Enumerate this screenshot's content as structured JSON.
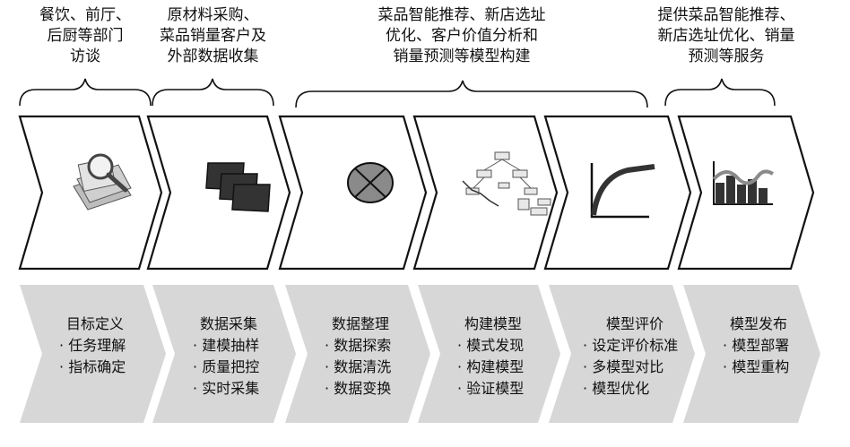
{
  "top_annotations": [
    {
      "text": "餐饮、前厅、\n后厨等部门\n访谈"
    },
    {
      "text": "原材料采购、\n菜品销量客户及\n外部数据收集"
    },
    {
      "text": "菜品智能推荐、新店选址\n优化、客户价值分析和\n销量预测等模型构建"
    },
    {
      "text": "提供菜品智能推荐、\n新店选址优化、销量\n预测等服务"
    }
  ],
  "stages": [
    {
      "title": "目标定义",
      "items": [
        "任务理解",
        "指标确定"
      ],
      "icon": "magnifier-documents-icon"
    },
    {
      "title": "数据采集",
      "items": [
        "建模抽样",
        "质量把控",
        "实时采集"
      ],
      "icon": "stacked-cards-icon"
    },
    {
      "title": "数据整理",
      "items": [
        "数据探索",
        "数据清洗",
        "数据变换"
      ],
      "icon": "crossed-circle-icon"
    },
    {
      "title": "构建模型",
      "items": [
        "模式发现",
        "构建模型",
        "验证模型"
      ],
      "icon": "decision-tree-icon"
    },
    {
      "title": "模型评价",
      "items": [
        "设定评价标准",
        "多模型对比",
        "模型优化"
      ],
      "icon": "rising-curve-icon"
    },
    {
      "title": "模型发布",
      "items": [
        "模型部署",
        "模型重构"
      ],
      "icon": "bar-line-chart-icon"
    }
  ],
  "bullet": "·",
  "colors": {
    "top_fill": "#ffffff",
    "top_stroke": "#111111",
    "bottom_fill": "#d7d7d7",
    "icon_dark": "#333333",
    "icon_gray": "#8a8a8a"
  }
}
